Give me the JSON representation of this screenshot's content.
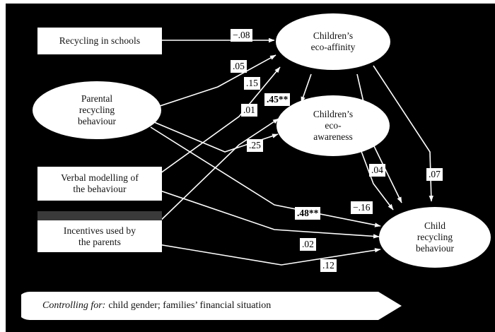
{
  "figure": {
    "type": "path-diagram",
    "background_color": "#000000",
    "node_fill": "#ffffff",
    "text_color": "#111111",
    "accent_gray": "#3a3a3a"
  },
  "predictors": [
    {
      "id": "recycling-in-schools",
      "label": "Recycling in schools",
      "shape": "rectangle"
    },
    {
      "id": "parental-recycling-behaviour",
      "label": "Parental recycling behaviour",
      "shape": "ellipse"
    },
    {
      "id": "verbal-modelling",
      "label": "Verbal modelling of the behaviour",
      "shape": "rectangle"
    },
    {
      "id": "incentives",
      "label": "Incentives used by the parents",
      "shape": "rectangle"
    }
  ],
  "outcomes": [
    {
      "id": "childrens-eco-affinity",
      "label": "Children’s eco-affinity",
      "shape": "ellipse"
    },
    {
      "id": "childrens-eco-awareness",
      "label": "Children’s eco-awareness",
      "shape": "ellipse"
    },
    {
      "id": "child-recycling-behaviour",
      "label": "Child recycling behaviour",
      "shape": "ellipse"
    }
  ],
  "paths": [
    {
      "id": "p1",
      "label": "−.08",
      "significant": false,
      "from": "recycling-in-schools",
      "to": "childrens-eco-affinity"
    },
    {
      "id": "p2",
      "label": ".05",
      "significant": false,
      "from": "parental-recycling-behaviour",
      "to": "childrens-eco-affinity"
    },
    {
      "id": "p3",
      "label": ".15",
      "significant": false,
      "from": "verbal-modelling",
      "to": "childrens-eco-affinity"
    },
    {
      "id": "p4",
      "label": ".45**",
      "significant": true,
      "from": "childrens-eco-affinity",
      "to": "childrens-eco-awareness"
    },
    {
      "id": "p5",
      "label": ".01",
      "significant": false,
      "from": "incentives",
      "to": "childrens-eco-awareness"
    },
    {
      "id": "p6",
      "label": ".25",
      "significant": false,
      "from": "parental-recycling-behaviour",
      "to": "childrens-eco-awareness"
    },
    {
      "id": "p7",
      "label": ".04",
      "significant": false,
      "from": "childrens-eco-affinity",
      "to": "child-recycling-behaviour"
    },
    {
      "id": "p8",
      "label": ".07",
      "significant": false,
      "from": "childrens-eco-affinity",
      "to": "child-recycling-behaviour"
    },
    {
      "id": "p9",
      "label": "−.16",
      "significant": false,
      "from": "childrens-eco-awareness",
      "to": "child-recycling-behaviour"
    },
    {
      "id": "p10",
      "label": ".48**",
      "significant": true,
      "from": "parental-recycling-behaviour",
      "to": "child-recycling-behaviour"
    },
    {
      "id": "p11",
      "label": ".02",
      "significant": false,
      "from": "verbal-modelling",
      "to": "child-recycling-behaviour"
    },
    {
      "id": "p12",
      "label": ".12",
      "significant": false,
      "from": "incentives",
      "to": "child-recycling-behaviour"
    }
  ],
  "nodes": {
    "recycling_in_schools": {
      "line1": "Recycling in schools"
    },
    "parental_recycling": {
      "line1": "Parental",
      "line2": "recycling",
      "line3": "behaviour"
    },
    "verbal_modelling": {
      "line1": "Verbal modelling of",
      "line2": "the behaviour"
    },
    "incentives": {
      "line1": "Incentives used by",
      "line2": "the parents"
    },
    "eco_affinity": {
      "line1": "Children’s",
      "line2": "eco-affinity"
    },
    "eco_awareness": {
      "line1": "Children’s",
      "line2": "eco-",
      "line3": "awareness"
    },
    "child_recycling": {
      "line1": "Child",
      "line2": "recycling",
      "line3": "behaviour"
    }
  },
  "controlling": {
    "prefix": "Controlling for:",
    "text": "child gender; families’ financial situation"
  }
}
